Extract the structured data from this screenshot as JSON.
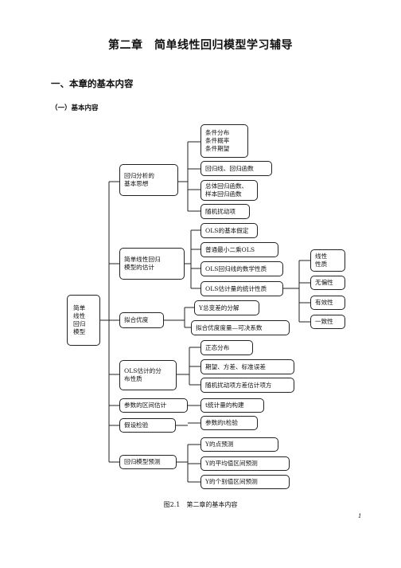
{
  "header": {
    "title": "第二章　简单线性回归模型学习辅导",
    "section": "一、本章的基本内容",
    "subsection": "（一）基本内容"
  },
  "diagram": {
    "root": "简单\n线性\n回归\n模型",
    "level1": [
      "回归分析的\n基本思想",
      "简单线性回归\n模型的估计",
      "拟合优度",
      "OLS估计的分\n布性质",
      "参数的区间估计",
      "假设检验",
      "回归模型预测"
    ],
    "level2": [
      "条件分布\n条件概率\n条件期望",
      "回归线、回归函数",
      "总体回归函数、\n样本回归函数",
      "随机扰动项",
      "OLS的基本假定",
      "普通最小二乘OLS",
      "OLS回归线的数学性质",
      "OLS估计量的统计性质",
      "Y总变差的分解",
      "拟合优度度量—可决系数",
      "正态分布",
      "期望、方差、标准误差",
      "随机扰动项方差估计项方",
      "t统计量的构建",
      "参数的t检验",
      "Y的点预测",
      "Y的平均值区间预测",
      "Y的个别值区间预测"
    ],
    "level3": [
      "线性\n性质",
      "无偏性",
      "有效性",
      "一致性"
    ]
  },
  "caption": "图2.1　第二章的基本内容",
  "page_number": "1"
}
